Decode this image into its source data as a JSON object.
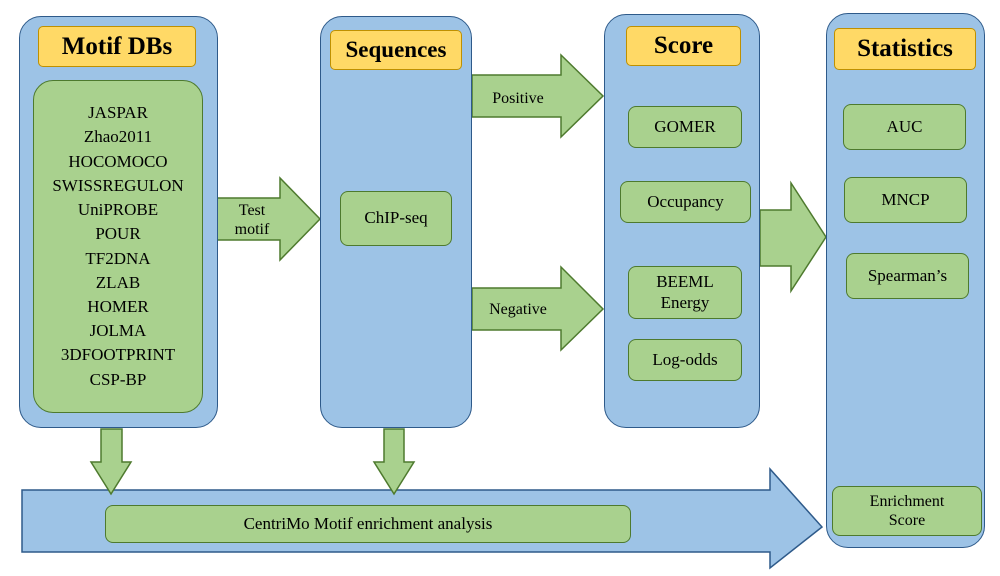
{
  "columns": {
    "motif_dbs": {
      "title": "Motif DBs",
      "items": [
        "JASPAR",
        "Zhao2011",
        "HOCOMOCO",
        "SWISSREGULON",
        "UniPROBE",
        "POUR",
        "TF2DNA",
        "ZLAB",
        "HOMER",
        "JOLMA",
        "3DFOOTPRINT",
        "CSP-BP"
      ]
    },
    "sequences": {
      "title": "Sequences",
      "chipseq": "ChIP-seq"
    },
    "score": {
      "title": "Score",
      "items": [
        "GOMER",
        "Occupancy",
        "BEEML Energy",
        "Log-odds"
      ]
    },
    "statistics": {
      "title": "Statistics",
      "items": [
        "AUC",
        "MNCP",
        "Spearman’s"
      ],
      "enrichment": "Enrichment Score"
    }
  },
  "arrows": {
    "test_motif": "Test motif",
    "positive": "Positive",
    "negative": "Negative"
  },
  "bottom": {
    "centrimo": "CentriMo Motif enrichment analysis"
  },
  "colors": {
    "column_fill": "#9dc3e6",
    "title_fill": "#ffd966",
    "box_fill": "#a9d18e",
    "arrow_fill": "#a9d18e",
    "bottom_arrow_fill": "#9dc3e6"
  }
}
